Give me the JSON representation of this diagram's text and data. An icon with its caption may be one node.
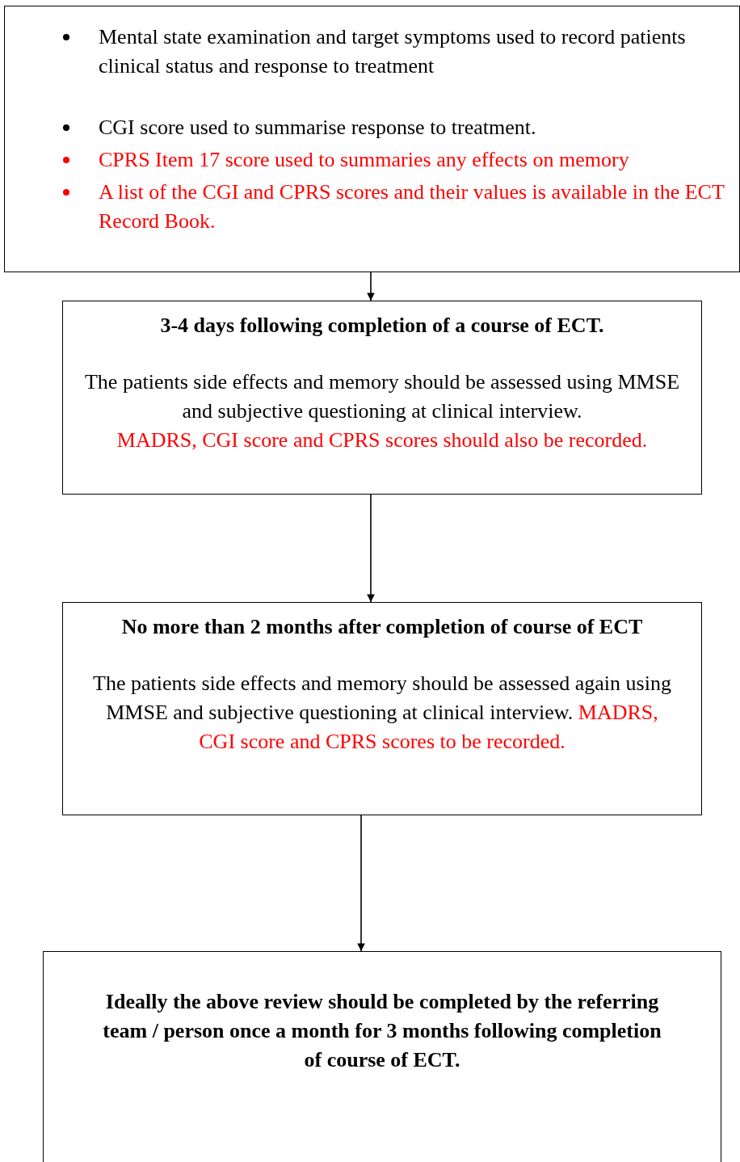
{
  "diagram": {
    "nodes": [
      {
        "text": [
          "Mental state examination and target symptoms used to record patients clinical status and response to treatment",
          "CGI score used to summarise response to treatment.",
          "CPRS Item 17 score used to summaries any effects on memory",
          "A list of the CGI and CPRS scores and their values is available in the ECT Record Book."
        ]
      },
      {
        "text": [
          "3-4 days following completion of a course of ECT.",
          "The patients side effects and memory should be assessed using MMSE and subjective questioning at clinical interview.",
          "MADRS, CGI score and CPRS scores should also be recorded."
        ]
      },
      {
        "text": [
          "No more than 2 months after completion of course of ECT",
          "The patients side effects and memory should be assessed again using MMSE and subjective questioning at clinical interview.",
          "MADRS, CGI score and CPRS scores to be recorded."
        ]
      },
      {
        "text": [
          "Ideally the above review should be completed by the referring team / person once a month for 3 months following completion of course of ECT."
        ]
      }
    ],
    "edges": [
      {
        "from": 0,
        "to": 1,
        "arrow": "to"
      },
      {
        "from": 1,
        "to": 2,
        "arrow": "to"
      },
      {
        "from": 2,
        "to": 3,
        "arrow": "to"
      }
    ]
  }
}
